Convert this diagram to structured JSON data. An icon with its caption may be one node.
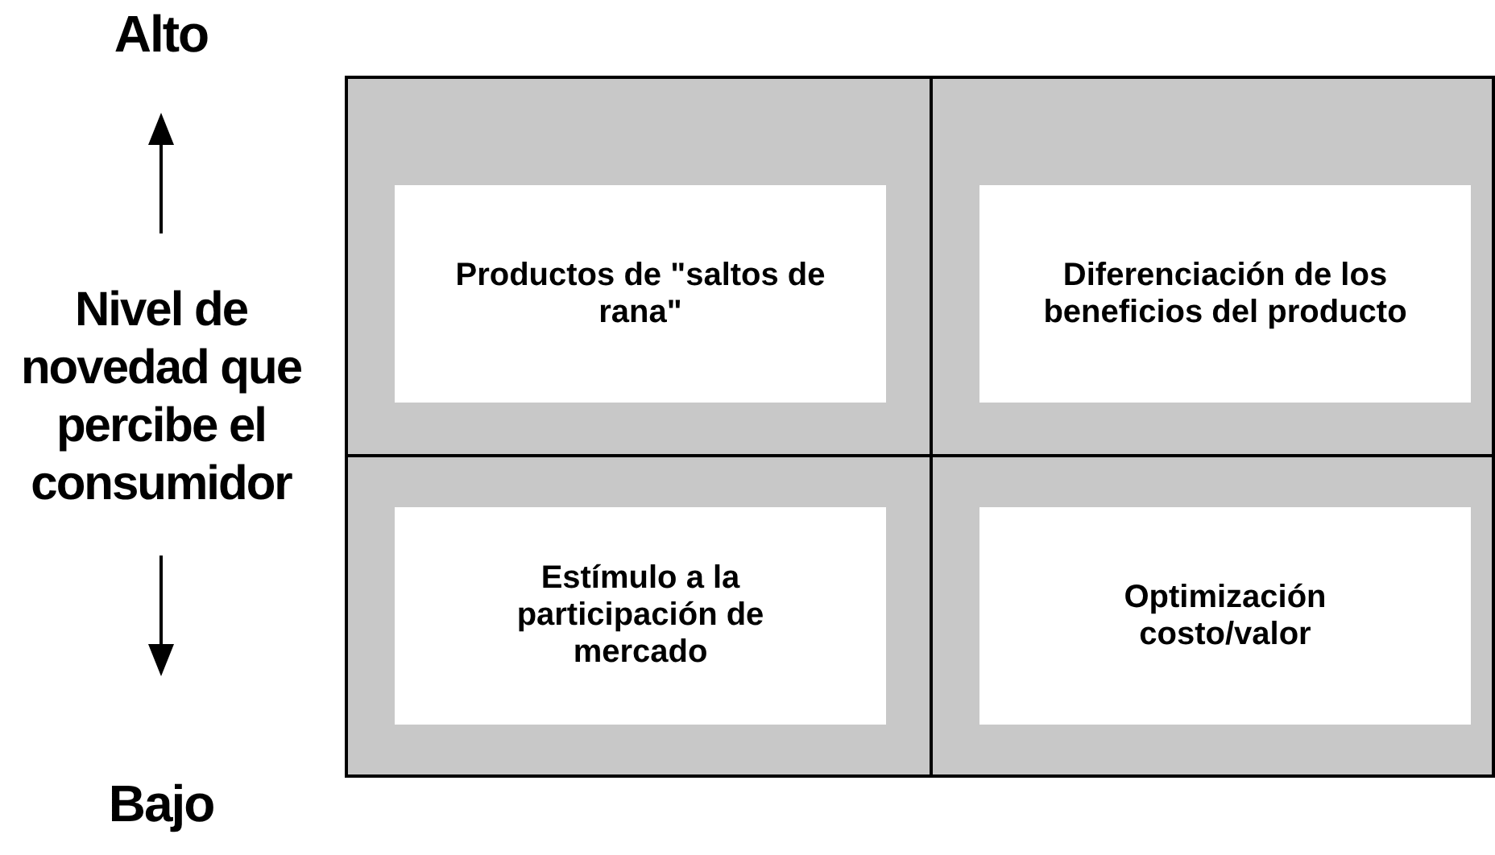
{
  "diagram": {
    "nodes": [
      {
        "text": [
          "Productos de \"saltos de rana\""
        ]
      },
      {
        "text": [
          "Diferenciación de los beneficios del producto"
        ]
      },
      {
        "text": [
          "Estímulo a la participación de mercado"
        ]
      },
      {
        "text": [
          "Optimización costo/valor"
        ]
      }
    ],
    "labels": [
      "Alto",
      "Nivel de novedad que percibe el consumidor",
      "Bajo"
    ]
  }
}
